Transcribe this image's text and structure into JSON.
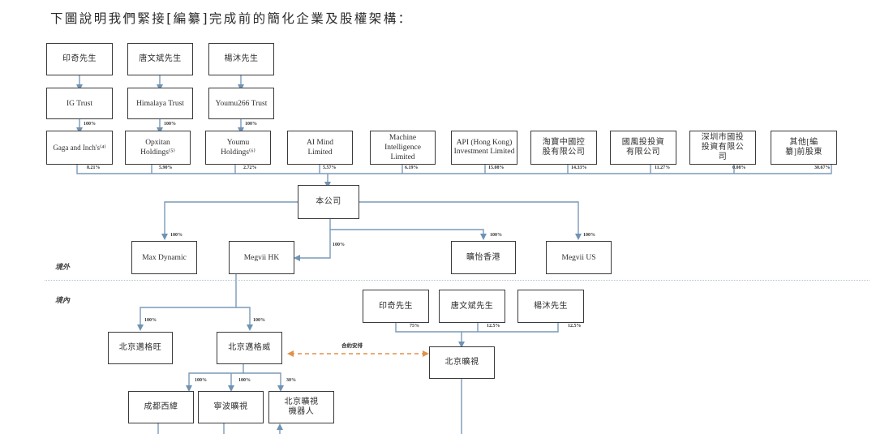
{
  "title": "下圖說明我們緊接[編纂]完成前的簡化企業及股權架構：",
  "regions": {
    "offshore": "境外",
    "onshore": "境內"
  },
  "founders_top": [
    {
      "name": "印奇先生",
      "trust": "IG Trust",
      "trust_pct": "100%",
      "holding": "Gaga and Inch's⁽⁴⁾",
      "holding_pct": "8.21%"
    },
    {
      "name": "唐文斌先生",
      "trust": "Himalaya Trust",
      "trust_pct": "100%",
      "holding": "Opxitan Holdings⁽⁵⁾",
      "holding_pct": "5.90%"
    },
    {
      "name": "楊沐先生",
      "trust": "Youmu266 Trust",
      "trust_pct": "100%",
      "holding": "Youmu Holdings⁽⁶⁾",
      "holding_pct": "2.72%"
    }
  ],
  "other_shareholders": [
    {
      "name": "AI Mind Limited",
      "pct": "5.57%"
    },
    {
      "name": "Machine Intelligence Limited",
      "pct": "6.19%"
    },
    {
      "name": "API (Hong Kong) Investment Limited",
      "pct": "15.08%"
    },
    {
      "name": "淘寶中國控股有限公司",
      "pct": "14.33%"
    },
    {
      "name": "國風投投資有限公司",
      "pct": "11.27%"
    },
    {
      "name": "深圳市國投投資有限公司",
      "pct": "0.08%"
    },
    {
      "name": "其他[編纂]前股東",
      "pct": "30.67%"
    }
  ],
  "company": "本公司",
  "offshore_subsidiaries": [
    {
      "name": "Max Dynamic",
      "pct": "100%"
    },
    {
      "name": "Megvii HK",
      "pct": "100%"
    },
    {
      "name": "曠怡香港",
      "pct": "100%"
    },
    {
      "name": "Megvii US",
      "pct": "100%"
    }
  ],
  "onshore": {
    "wfoe_1": {
      "name": "北京邁格旺",
      "pct": "100%"
    },
    "wfoe_2": {
      "name": "北京邁格威",
      "pct": "100%"
    },
    "contractual_label": "合約安排",
    "vie": "北京曠視",
    "vie_shareholders": [
      {
        "name": "印奇先生",
        "pct": "75%"
      },
      {
        "name": "唐文斌先生",
        "pct": "12.5%"
      },
      {
        "name": "楊沐先生",
        "pct": "12.5%"
      }
    ],
    "wfoe_2_subsidiaries": [
      {
        "name": "成都西緯",
        "pct": "100%"
      },
      {
        "name": "寧波曠視",
        "pct": "100%"
      },
      {
        "name": "北京曠視機器人",
        "pct": "30%"
      }
    ]
  },
  "colors": {
    "line": "#7a9ab8",
    "box_border": "#3a3a3a",
    "contract": "#e0914a"
  }
}
